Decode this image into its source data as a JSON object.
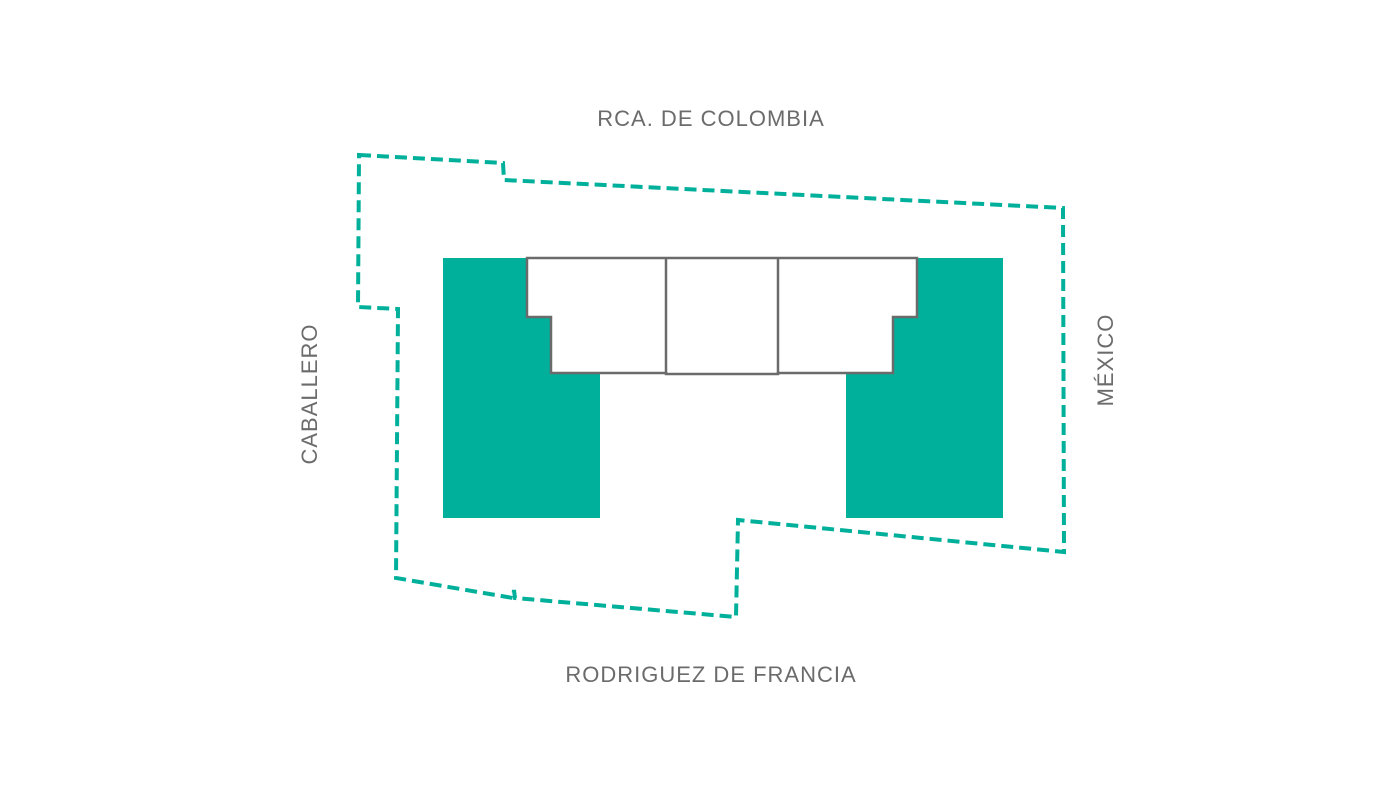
{
  "streets": {
    "north": "RCA. DE COLOMBIA",
    "south": "RODRIGUEZ DE FRANCIA",
    "west": "CABALLERO",
    "east": "MÉXICO"
  },
  "colors": {
    "accent": "#00b09b",
    "outline": "#6b6b6b",
    "label": "#6b6b6b",
    "background": "#ffffff"
  }
}
